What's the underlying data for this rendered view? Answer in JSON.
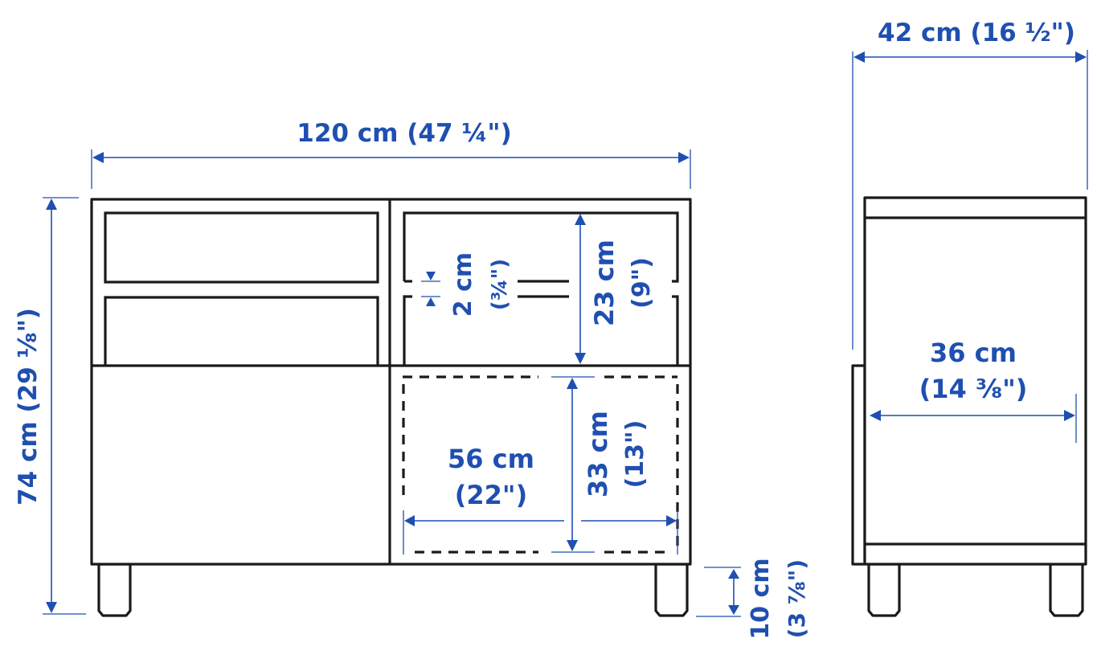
{
  "colors": {
    "dimension": "#1f4fb0",
    "outline": "#1a1a1a",
    "background": "#ffffff"
  },
  "front_view": {
    "width_label": "120 cm (47 ¼\")",
    "height_label": "74 cm (29 ⅛\")",
    "leg_label_cm": "10 cm",
    "leg_label_in": "(3 ⅞\")",
    "shelf_thickness_cm": "2 cm",
    "shelf_thickness_in": "(¾\")",
    "compartment_height_cm": "23 cm",
    "compartment_height_in": "(9\")",
    "inner_width_cm": "56 cm",
    "inner_width_in": "(22\")",
    "inner_height_cm": "33 cm",
    "inner_height_in": "(13\")"
  },
  "side_view": {
    "depth_label": "42 cm (16 ½\")",
    "inner_depth_cm": "36 cm",
    "inner_depth_in": "(14 ⅜\")"
  }
}
